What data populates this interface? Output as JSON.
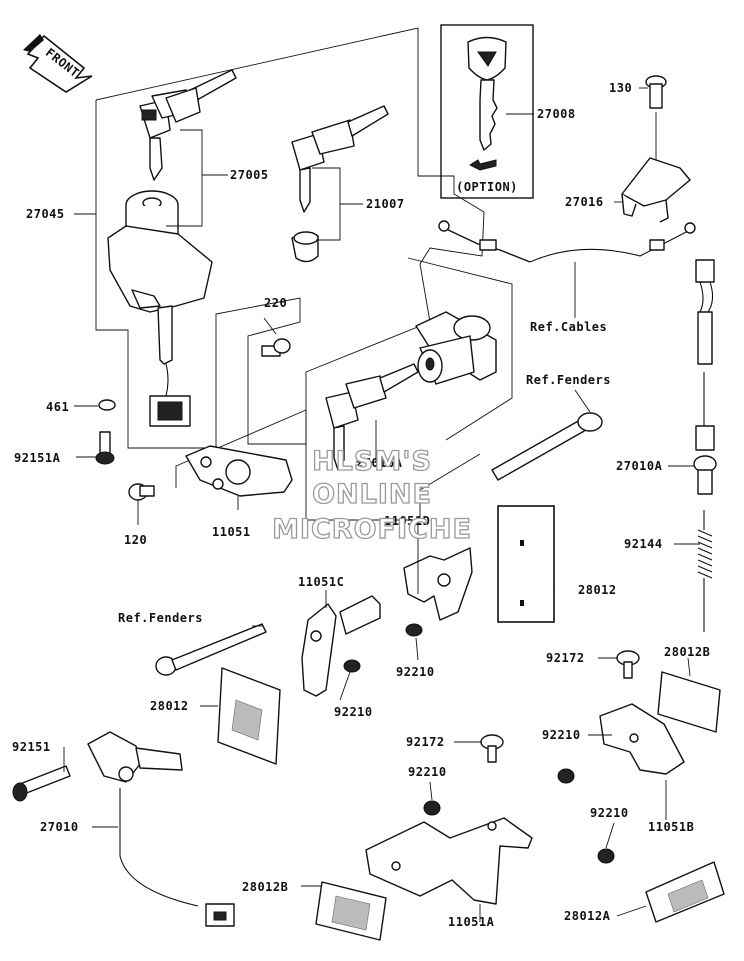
{
  "direction": {
    "label": "FRONT"
  },
  "option_box": {
    "label": "(OPTION)"
  },
  "callouts": [
    {
      "id": "27005",
      "text": "27005"
    },
    {
      "id": "21007",
      "text": "21007"
    },
    {
      "id": "27008",
      "text": "27008"
    },
    {
      "id": "130",
      "text": "130"
    },
    {
      "id": "27016",
      "text": "27016"
    },
    {
      "id": "27045",
      "text": "27045"
    },
    {
      "id": "ref-cables",
      "text": "Ref.Cables"
    },
    {
      "id": "220",
      "text": "220"
    },
    {
      "id": "461",
      "text": "461"
    },
    {
      "id": "ref-fenders-1",
      "text": "Ref.Fenders"
    },
    {
      "id": "92151a",
      "text": "92151A"
    },
    {
      "id": "27010a",
      "text": "27010A"
    },
    {
      "id": "27016a",
      "text": "27016A"
    },
    {
      "id": "120",
      "text": "120"
    },
    {
      "id": "11051",
      "text": "11051"
    },
    {
      "id": "11051d",
      "text": "11051D"
    },
    {
      "id": "92144",
      "text": "92144"
    },
    {
      "id": "11051c",
      "text": "11051C"
    },
    {
      "id": "28012-right",
      "text": "28012"
    },
    {
      "id": "ref-fenders-2",
      "text": "Ref.Fenders"
    },
    {
      "id": "92210-a",
      "text": "92210"
    },
    {
      "id": "92172-a",
      "text": "92172"
    },
    {
      "id": "28012b-top",
      "text": "28012B"
    },
    {
      "id": "28012-left",
      "text": "28012"
    },
    {
      "id": "92210-b",
      "text": "92210"
    },
    {
      "id": "92151",
      "text": "92151"
    },
    {
      "id": "92210-c",
      "text": "92210"
    },
    {
      "id": "92172-b",
      "text": "92172"
    },
    {
      "id": "92210-d",
      "text": "92210"
    },
    {
      "id": "27010",
      "text": "27010"
    },
    {
      "id": "92210-e",
      "text": "92210"
    },
    {
      "id": "11051b",
      "text": "11051B"
    },
    {
      "id": "28012b-bottom",
      "text": "28012B"
    },
    {
      "id": "11051a",
      "text": "11051A"
    },
    {
      "id": "28012a",
      "text": "28012A"
    }
  ],
  "watermark": {
    "line1": "HLSM'S",
    "line2": "ONLINE",
    "line3": "MICROFICHE"
  }
}
